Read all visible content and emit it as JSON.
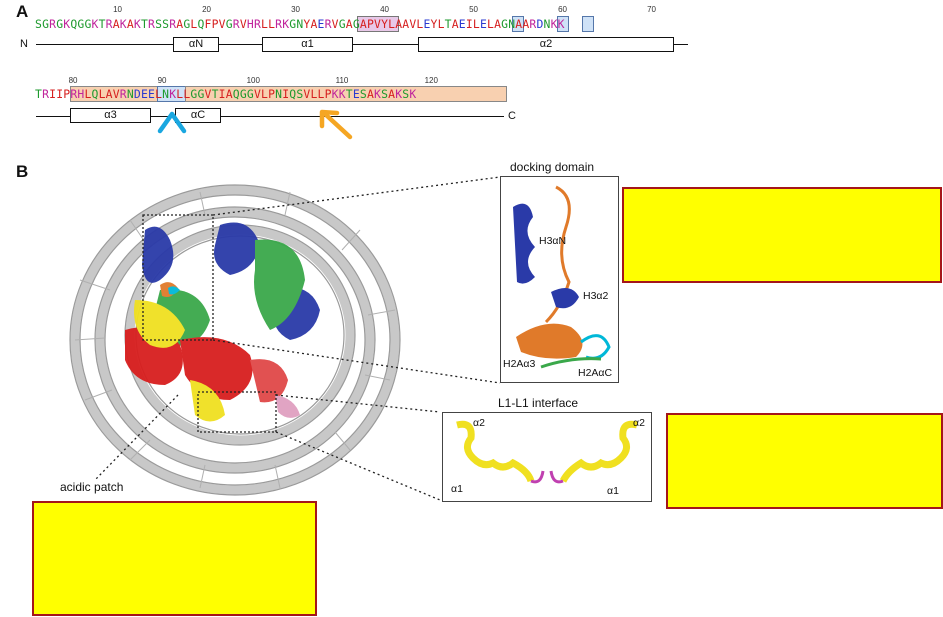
{
  "panel_a": {
    "letter": "A",
    "row1": {
      "sequence": "SGRGKQGGKTRAKAKTRSSRAGLQFPVGRVHRLLRKGNYAERVGAGAPVYLAAVLEYLTAEILELAGNAARDNKK",
      "ticks": [
        "10",
        "20",
        "30",
        "40",
        "50",
        "60",
        "70"
      ],
      "n_term": "N",
      "helices": [
        "αN",
        "α1",
        "α2"
      ]
    },
    "row2": {
      "sequence": "TRIIPRHLQLAVRNDEELNKLLGGVTIAQGGVLPNIQSVLLPKKTESAKSAKSK",
      "ticks": [
        "80",
        "90",
        "100",
        "110",
        "120"
      ],
      "c_term": "C",
      "helices": [
        "α3",
        "αC"
      ]
    }
  },
  "panel_b": {
    "letter": "B",
    "docking_title": "docking domain",
    "docking_labels": [
      "H3αN",
      "H3α2",
      "H2Aα3",
      "H2AαC"
    ],
    "interface_title": "L1-L1 interface",
    "interface_labels": [
      "α2",
      "α2",
      "α1",
      "α1"
    ],
    "acidic_patch": "acidic patch"
  },
  "colors": {
    "note_fill": "#ffff00",
    "note_border": "#a4161a",
    "arrow_blue": "#1aa7e0",
    "arrow_orange": "#f5a623",
    "h3_blue": "#2a3aa8",
    "h2a_orange": "#e07a2a",
    "h2b_red": "#d81e1e",
    "h4_green": "#3aa84a",
    "yellow": "#f0e020"
  }
}
